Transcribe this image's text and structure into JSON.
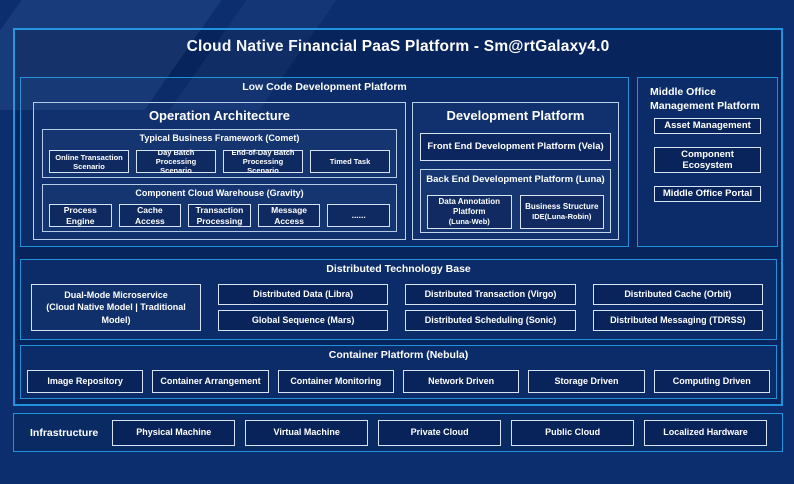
{
  "colors": {
    "page_bg": "#0c2e6e",
    "panel_bg": "#08245c",
    "section_bg": "#0b2c68",
    "accent_border": "#1f93dc",
    "light_border": "#d6e3f2",
    "text": "#ffffff"
  },
  "title": "Cloud Native Financial PaaS Platform - Sm@rtGalaxy4.0",
  "low_code": {
    "label": "Low Code Development Platform",
    "operation_architecture": {
      "title": "Operation Architecture",
      "comet": {
        "title": "Typical Business Framework (Comet)",
        "items": [
          "Online Transaction Scenario",
          "Day Batch Processing Scenario",
          "End-of-Day Batch Processing Scenario",
          "Timed Task"
        ]
      },
      "gravity": {
        "title": "Component Cloud Warehouse (Gravity)",
        "items": [
          "Process Engine",
          "Cache Access",
          "Transaction Processing",
          "Message Access",
          "......"
        ]
      }
    },
    "development_platform": {
      "title": "Development Platform",
      "front_end": "Front End Development Platform (Vela)",
      "back_end": {
        "title": "Back End Development Platform (Luna)",
        "items": [
          {
            "label": "Data Annotation Platform (Luna-Web)",
            "lines": [
              "Data Annotation Platform",
              "(Luna-Web)"
            ]
          },
          {
            "label": "Business Structure IDE(Luna-Robin)",
            "lines": [
              "Business Structure",
              "IDE(Luna-Robin)"
            ]
          }
        ]
      }
    }
  },
  "middle_office": {
    "title": "Middle Office Management Platform",
    "items": [
      "Asset Management",
      "Component Ecosystem",
      "Middle Office Portal"
    ]
  },
  "distributed_base": {
    "title": "Distributed Technology Base",
    "dual_mode": {
      "label": "Dual-Mode Microservice (Cloud Native Model | Traditional Model)",
      "lines": [
        "Dual-Mode Microservice",
        "(Cloud Native Model | Traditional Model)"
      ]
    },
    "columns": [
      {
        "rows": [
          "Distributed Data (Libra)",
          "Global Sequence (Mars)"
        ]
      },
      {
        "rows": [
          "Distributed Transaction (Virgo)",
          "Distributed Scheduling (Sonic)"
        ]
      },
      {
        "rows": [
          "Distributed Cache (Orbit)",
          "Distributed Messaging (TDRSS)"
        ]
      }
    ]
  },
  "container_platform": {
    "title": "Container Platform (Nebula)",
    "items": [
      "Image Repository",
      "Container Arrangement",
      "Container Monitoring",
      "Network Driven",
      "Storage Driven",
      "Computing Driven"
    ]
  },
  "infrastructure": {
    "label": "Infrastructure",
    "items": [
      "Physical Machine",
      "Virtual Machine",
      "Private Cloud",
      "Public Cloud",
      "Localized Hardware"
    ]
  }
}
